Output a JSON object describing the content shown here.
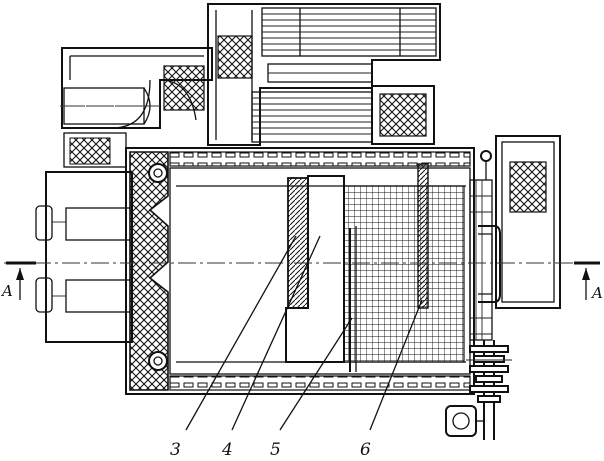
{
  "labels": {
    "callout_3": "3",
    "callout_4": "4",
    "callout_5": "5",
    "callout_6": "6",
    "section_left": "A",
    "section_right": "A"
  }
}
